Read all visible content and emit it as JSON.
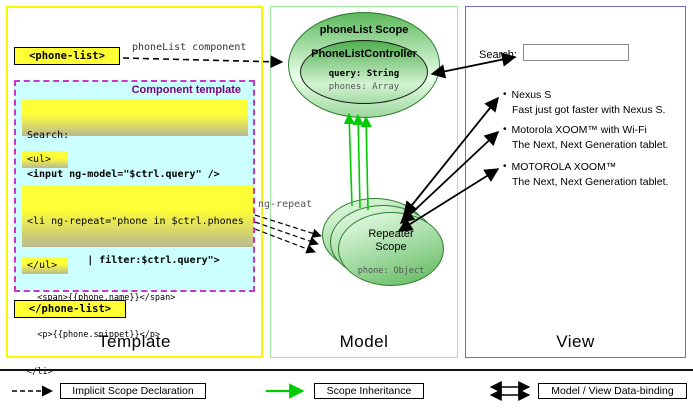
{
  "template_panel": {
    "caption": "Template",
    "open_tag": "<phone-list>",
    "close_tag": "</phone-list>",
    "component_arrow_label": "phoneList component",
    "component_template": {
      "title": "Component template",
      "search_label": "Search:",
      "search_code": "<input ng-model=\"$ctrl.query\" />",
      "ul_open": "<ul>",
      "ul_close": "</ul>",
      "li_lines": {
        "l1": "<li ng-repeat=\"phone in $ctrl.phones",
        "l2": "          | filter:$ctrl.query\">",
        "l3": "  <span>{{phone.name}}</span>",
        "l4": "  <p>{{phone.snippet}}</p>",
        "l5": "</li>"
      }
    }
  },
  "model_panel": {
    "caption": "Model",
    "scope_title": "phoneList Scope",
    "controller_title": "PhoneListController",
    "controller_props": {
      "query": "query: String",
      "phones": "phones: Array"
    },
    "ng_repeat_label": "ng-repeat",
    "repeater": {
      "title_line1": "Repeater",
      "title_line2": "Scope",
      "prop": "phone: Object"
    }
  },
  "view_panel": {
    "caption": "View",
    "search_label": "Search:",
    "search_value": "",
    "bullet": "•",
    "items": [
      {
        "name": "Nexus S",
        "snippet": "Fast just got faster with Nexus S."
      },
      {
        "name": "Motorola XOOM™ with Wi-Fi",
        "snippet": "The Next, Next Generation tablet."
      },
      {
        "name": "MOTOROLA XOOM™",
        "snippet": "The Next, Next Generation tablet."
      }
    ]
  },
  "legend": {
    "implicit_scope": "Implicit Scope Declaration",
    "scope_inheritance": "Scope Inheritance",
    "data_binding": "Model / View Data-binding"
  },
  "colors": {
    "template_border": "#f8f800",
    "model_border": "#9ce89c",
    "view_border": "#7070cf",
    "code_highlight": "#ffff33",
    "component_template_bg": "#ccffff",
    "component_template_border": "#cc33cc",
    "scope_green": "#7ac87a",
    "inheritance_arrow": "#00cc00"
  }
}
